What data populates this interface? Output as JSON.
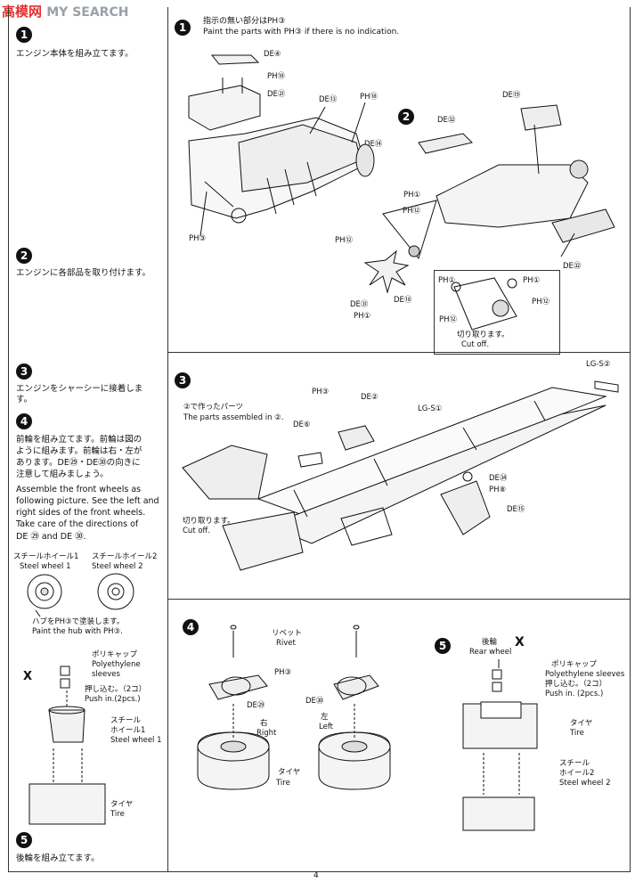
{
  "watermark": {
    "a": "高模网",
    "b": "MY SEARCH"
  },
  "page_number": "4",
  "left": {
    "step1": {
      "num": "1",
      "jp": "エンジン本体を組み立てます。"
    },
    "step2": {
      "num": "2",
      "jp": "エンジンに各部品を取り付けます。"
    },
    "step3": {
      "num": "3",
      "jp1": "エンジンをシャーシーに接着しま",
      "jp2": "す。"
    },
    "step4": {
      "num": "4",
      "jp1": "前輪を組み立てます。前輪は図の",
      "jp2": "ように組みます。前輪は右・左が",
      "jp3": "あります。DE㉙・DE㉚の向きに",
      "jp4": "注意して組みましょう。",
      "en1": "Assemble the front wheels as",
      "en2": "following picture. See the left and",
      "en3": "right sides of the front wheels.",
      "en4": "Take care of the directions of",
      "en5": "DE ㉙ and DE ㉚.",
      "wheel1_jp": "スチールホイール1",
      "wheel1_en": "Steel wheel 1",
      "wheel2_jp": "スチールホイール2",
      "wheel2_en": "Steel wheel 2",
      "hub_jp": "ハブをPH③で塗装します。",
      "hub_en": "Paint the hub with PH③.",
      "x4": "X",
      "poly_jp": "ポリキャップ",
      "poly_en1": "Polyethylene",
      "poly_en2": "sleeves",
      "push_jp": "押し込む。（2コ）",
      "push_en": "Push in.(2pcs.)",
      "steel_jp1": "スチール",
      "steel_jp2": "ホイール1",
      "steel_en": "Steel wheel 1",
      "tire_jp": "タイヤ",
      "tire_en": "Tire"
    },
    "step5": {
      "num": "5",
      "jp": "後輪を組み立てます。"
    }
  },
  "right": {
    "step1": {
      "num": "1",
      "jp": "指示の無い部分はPH③",
      "en": "Paint the parts with PH③ if there is no indication.",
      "labels": [
        "DE④",
        "PH⑱",
        "DE㉑",
        "DE⑬",
        "PH⑱",
        "DE⑭",
        "PH③"
      ]
    },
    "step2": {
      "num": "2",
      "labels": [
        "DE⑲",
        "DE㉜",
        "PH①",
        "PH⑫",
        "PH⑫",
        "DE㉜",
        "DE㉛",
        "PH①",
        "DE⑱",
        "PH①",
        "PH①",
        "PH⑫",
        "PH⑫"
      ],
      "cut_jp": "切り取ります。",
      "cut_en": "Cut off."
    },
    "step3": {
      "num": "3",
      "labels": [
        "LG-S②",
        "PH③",
        "DE②",
        "LG-S①",
        "DE⑥",
        "DE㉞",
        "PH⑧",
        "DE⑮"
      ],
      "made_jp": "②で作ったパーツ",
      "made_en": "The parts assembled in ②.",
      "cut_jp": "切り取ります。",
      "cut_en": "Cut off."
    },
    "step4": {
      "num": "4",
      "rivet_jp": "リベット",
      "rivet_en": "Rivet",
      "ph3": "PH③",
      "de29": "DE㉙",
      "de30": "DE㉚",
      "right_jp": "右",
      "right_en": "Right",
      "left_jp": "左",
      "left_en": "Left",
      "tire_jp": "タイヤ",
      "tire_en": "Tire"
    },
    "step5": {
      "num": "5",
      "rear_jp": "後輪",
      "rear_en": "Rear wheel",
      "x4": "X",
      "poly_jp": "ポリキャップ",
      "poly_en": "Polyethylene sleeves",
      "push_jp": "押し込む。（2コ）",
      "push_en": "Push in. (2pcs.)",
      "tire_jp": "タイヤ",
      "tire_en": "Tire",
      "steel_jp1": "スチール",
      "steel_jp2": "ホイール2",
      "steel_en": "Steel wheel 2"
    }
  }
}
